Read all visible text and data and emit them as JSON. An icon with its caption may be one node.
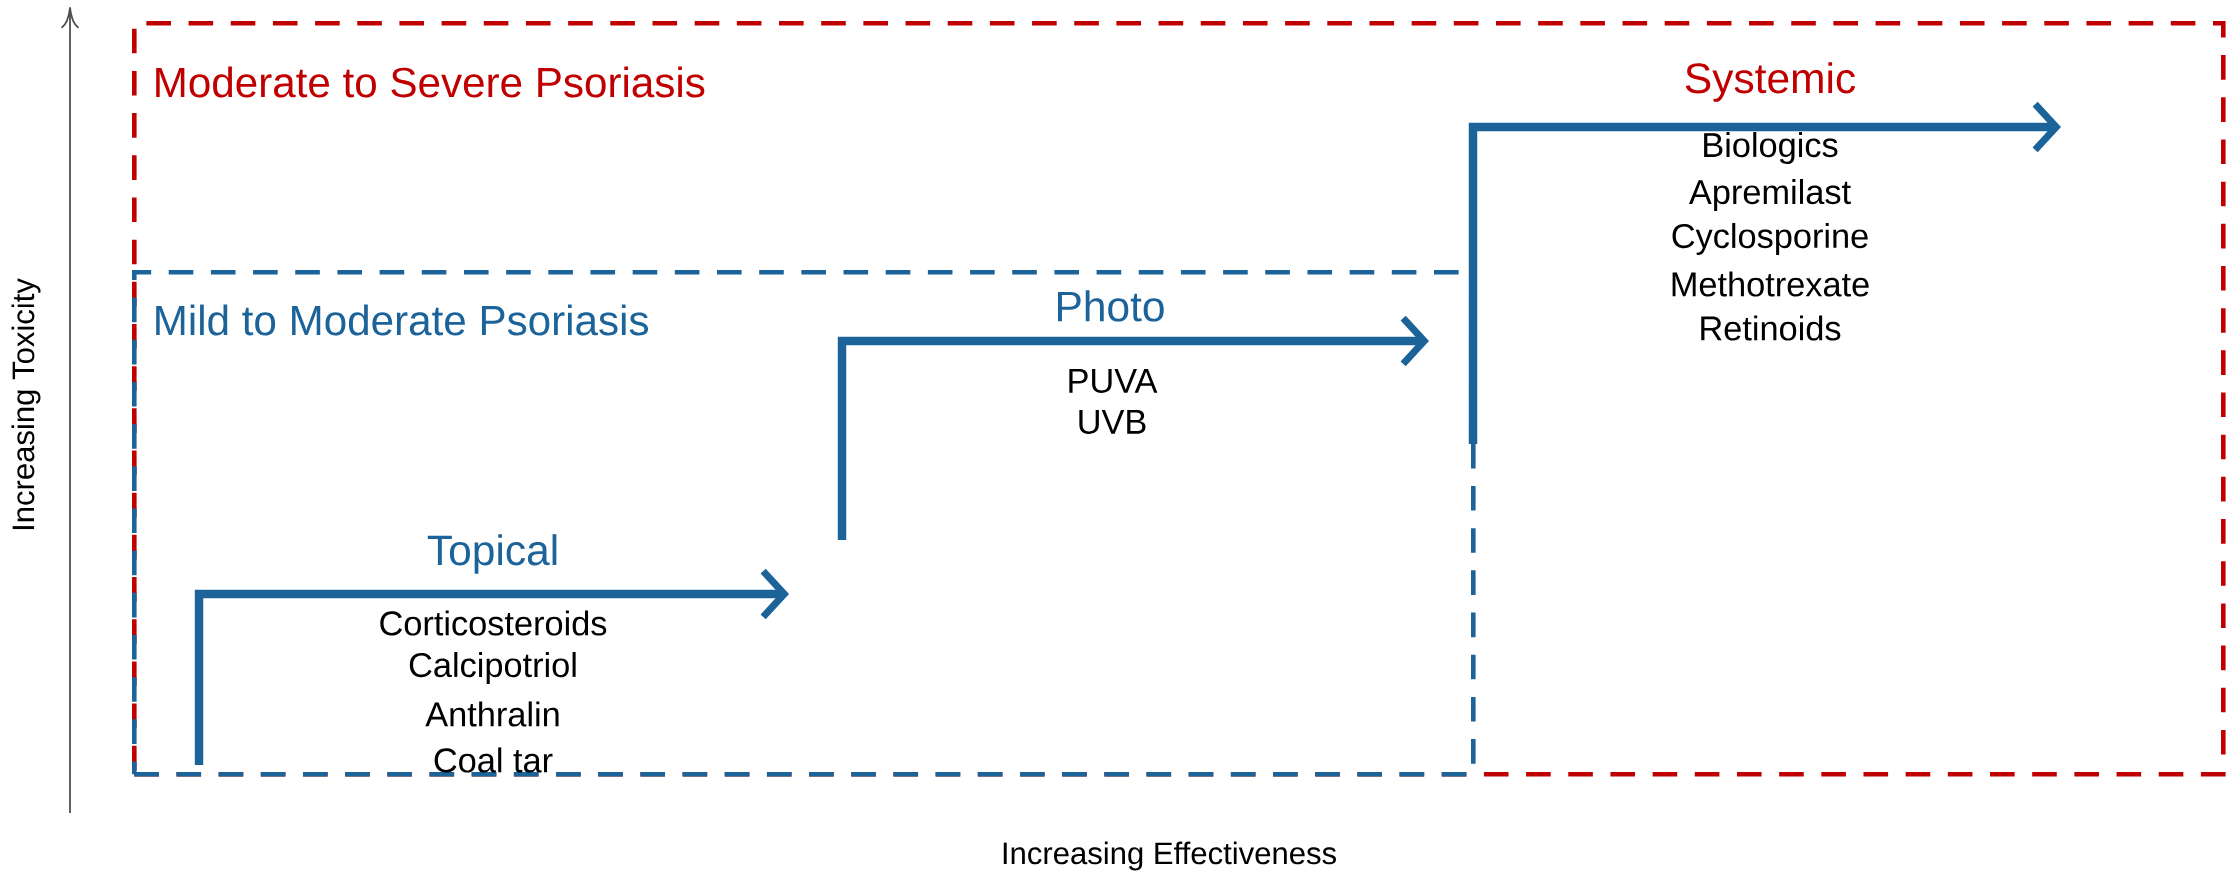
{
  "diagram": {
    "nodes": [
      {
        "text": [
          "Moderate to Severe Psoriasis"
        ]
      },
      {
        "text": [
          "Mild to Moderate Psoriasis"
        ],
        "in": 0
      }
    ],
    "edges": [],
    "labels": [
      "Systemic",
      "Biologics",
      "Apremilast",
      "Cyclosporine",
      "Methotrexate",
      "Retinoids",
      "Photo",
      "PUVA",
      "UVB",
      "Topical",
      "Corticosteroids",
      "Calcipotriol",
      "Anthralin",
      "Coal tar",
      "Increasing Toxicity",
      "Increasing Effectiveness"
    ]
  }
}
